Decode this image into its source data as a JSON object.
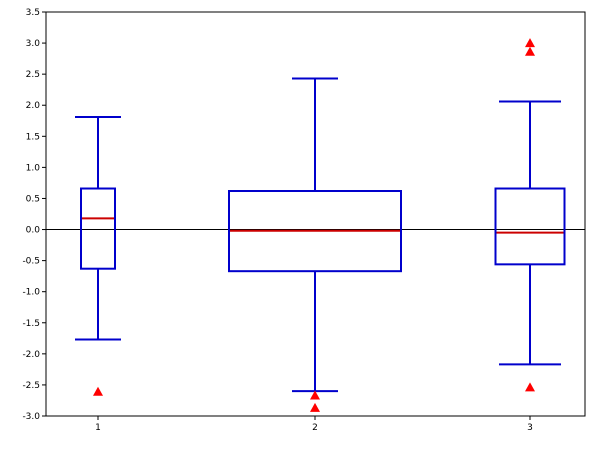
{
  "chart_data": {
    "type": "box",
    "title": "",
    "xlabel": "",
    "ylabel": "",
    "ylim": [
      -3.0,
      3.5
    ],
    "yticks": [
      "3.5",
      "3.0",
      "2.5",
      "2.0",
      "1.5",
      "1.0",
      "0.5",
      "0.0",
      "-0.5",
      "-1.0",
      "-1.5",
      "-2.0",
      "-2.5",
      "-3.0"
    ],
    "grid": false,
    "zero_line": true,
    "categories": [
      "1",
      "2",
      "3"
    ],
    "boxes": [
      {
        "category": "1",
        "whisker_low": -1.77,
        "q1": -0.63,
        "median": 0.18,
        "q3": 0.66,
        "whisker_high": 1.81,
        "outliers": [
          -2.61
        ]
      },
      {
        "category": "2",
        "whisker_low": -2.6,
        "q1": -0.67,
        "median": -0.02,
        "q3": 0.62,
        "whisker_high": 2.43,
        "outliers": [
          -2.67,
          -2.87
        ]
      },
      {
        "category": "3",
        "whisker_low": -2.17,
        "q1": -0.56,
        "median": -0.05,
        "q3": 0.66,
        "whisker_high": 2.06,
        "outliers": [
          3.0,
          2.86,
          -2.54
        ]
      }
    ],
    "colors": {
      "box": "#0000cc",
      "median": "#cc0000",
      "outlier": "#ff0000",
      "axis": "#000000",
      "zero_line": "#000000"
    },
    "outlier_marker": "triangle-up"
  }
}
